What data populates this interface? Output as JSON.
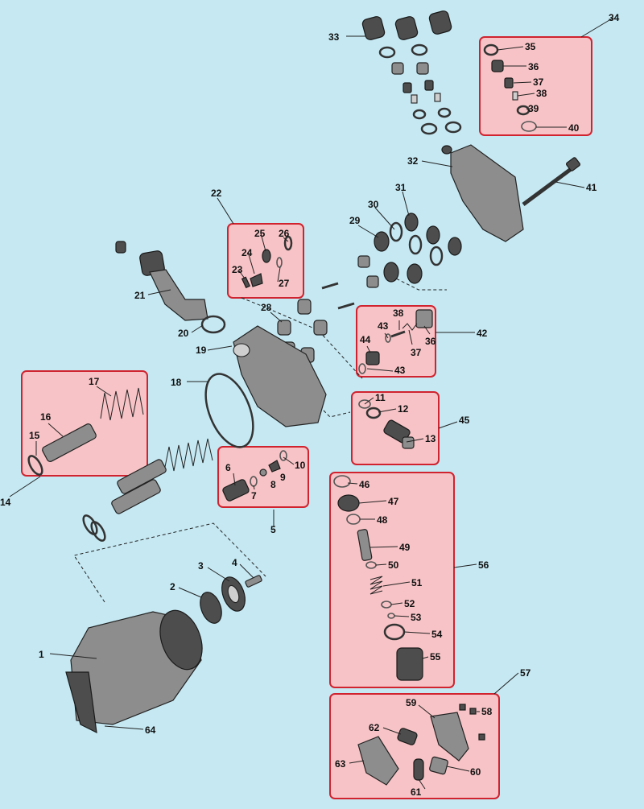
{
  "diagram": {
    "background": "#c5e8f2",
    "box_fill": "#f7c3c6",
    "box_stroke": "#d0232f",
    "parts": [
      {
        "n": "1"
      },
      {
        "n": "2"
      },
      {
        "n": "3"
      },
      {
        "n": "4"
      },
      {
        "n": "5"
      },
      {
        "n": "6"
      },
      {
        "n": "7"
      },
      {
        "n": "8"
      },
      {
        "n": "9"
      },
      {
        "n": "10"
      },
      {
        "n": "11"
      },
      {
        "n": "12"
      },
      {
        "n": "13"
      },
      {
        "n": "14"
      },
      {
        "n": "15"
      },
      {
        "n": "16"
      },
      {
        "n": "17"
      },
      {
        "n": "18"
      },
      {
        "n": "19"
      },
      {
        "n": "20"
      },
      {
        "n": "21"
      },
      {
        "n": "22"
      },
      {
        "n": "23"
      },
      {
        "n": "24"
      },
      {
        "n": "25"
      },
      {
        "n": "26"
      },
      {
        "n": "27"
      },
      {
        "n": "28"
      },
      {
        "n": "29"
      },
      {
        "n": "30"
      },
      {
        "n": "31"
      },
      {
        "n": "32"
      },
      {
        "n": "33"
      },
      {
        "n": "34"
      },
      {
        "n": "35"
      },
      {
        "n": "36"
      },
      {
        "n": "37"
      },
      {
        "n": "38"
      },
      {
        "n": "39"
      },
      {
        "n": "40"
      },
      {
        "n": "41"
      },
      {
        "n": "42"
      },
      {
        "n": "43"
      },
      {
        "n": "43"
      },
      {
        "n": "44"
      },
      {
        "n": "38"
      },
      {
        "n": "37"
      },
      {
        "n": "36"
      },
      {
        "n": "45"
      },
      {
        "n": "46"
      },
      {
        "n": "47"
      },
      {
        "n": "48"
      },
      {
        "n": "49"
      },
      {
        "n": "50"
      },
      {
        "n": "51"
      },
      {
        "n": "52"
      },
      {
        "n": "53"
      },
      {
        "n": "54"
      },
      {
        "n": "55"
      },
      {
        "n": "56"
      },
      {
        "n": "57"
      },
      {
        "n": "58"
      },
      {
        "n": "59"
      },
      {
        "n": "60"
      },
      {
        "n": "61"
      },
      {
        "n": "62"
      },
      {
        "n": "63"
      },
      {
        "n": "64"
      }
    ]
  }
}
